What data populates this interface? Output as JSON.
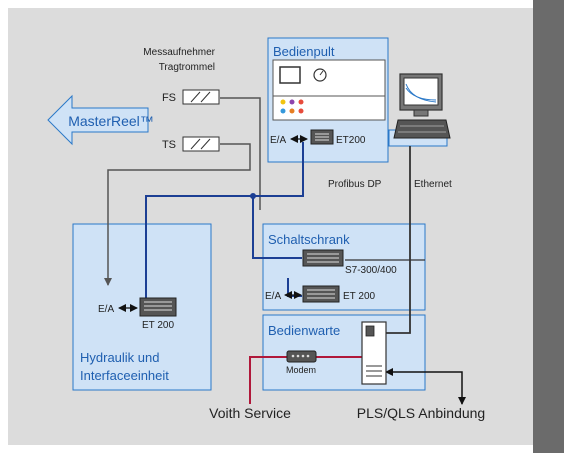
{
  "colors": {
    "background": "#dcdcdc",
    "side_bar": "#6b6b6b",
    "panel_fill": "#cfe2f6",
    "panel_border": "#2a78c8",
    "title_blue": "#1f5fb0",
    "profibus_line": "#1c3f94",
    "service_line": "#b0183a",
    "gray_line": "#555555",
    "arrow_fill": "#cfe2f6"
  },
  "sensors": {
    "title_line1": "Messaufnehmer",
    "title_line2": "Tragtrommel",
    "fs_label": "FS",
    "ts_label": "TS"
  },
  "masterreel": {
    "label": "MasterReel™"
  },
  "bedienpult": {
    "title": "Bedienpult",
    "ea_label": "E/A",
    "device_label": "ET200"
  },
  "links": {
    "profibus": "Profibus DP",
    "ethernet": "Ethernet"
  },
  "schaltschrank": {
    "title": "Schaltschrank",
    "plc_label": "S7-300/400",
    "ea_label": "E/A",
    "device_label": "ET 200"
  },
  "hydraulik": {
    "title_line1": "Hydraulik und",
    "title_line2": "Interfaceeinheit",
    "ea_label": "E/A",
    "device_label": "ET 200"
  },
  "bedienwarte": {
    "title": "Bedienwarte",
    "modem_label": "Modem"
  },
  "footer": {
    "voith_service": "Voith Service",
    "pls_label": "PLS/QLS Anbindung"
  }
}
